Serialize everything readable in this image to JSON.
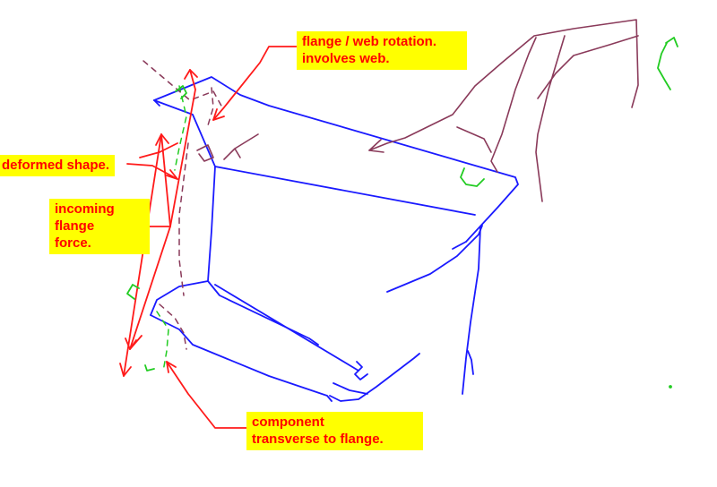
{
  "annotations": {
    "flange_web_rotation": "flange / web rotation.\n involves web.",
    "deformed_shape": "deformed shape.",
    "incoming_flange_force": "incoming\nflange\nforce.",
    "component_transverse": "component\ntransverse to flange."
  },
  "colors": {
    "beam_outline": "#1a1aff",
    "deformed_shape": "#8a3a5a",
    "annotation_arrow": "#ff1a1a",
    "rotation_marks": "#22cc22",
    "label_bg": "#ffff00",
    "label_text": "#ff0000"
  }
}
